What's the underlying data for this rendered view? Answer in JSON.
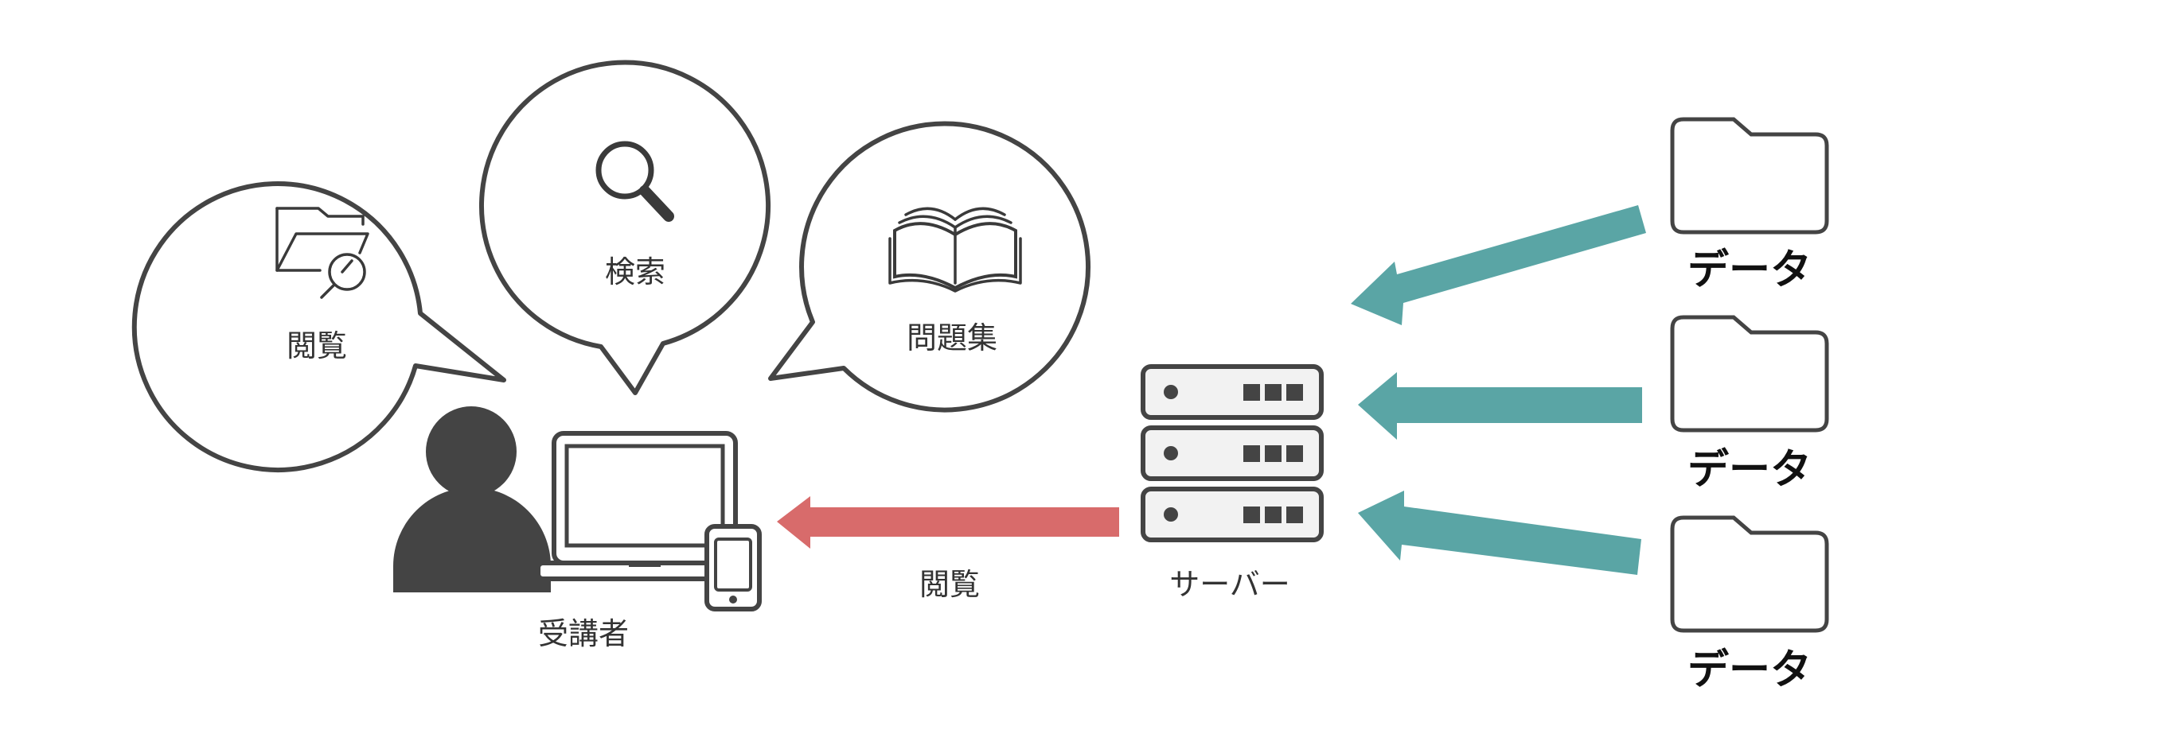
{
  "colors": {
    "dark": "#444444",
    "teal_arrow": "#5aa5a5",
    "red_arrow": "#d86b6b",
    "server_fill": "#f2f2f2"
  },
  "bubbles": {
    "browse": {
      "label": "閲覧",
      "icon": "folder-search-icon"
    },
    "search": {
      "label": "検索",
      "icon": "magnifier-icon"
    },
    "questions": {
      "label": "問題集",
      "icon": "open-book-icon"
    }
  },
  "user": {
    "label": "受講者",
    "icon": "person-icon",
    "devices": [
      "laptop-icon",
      "smartphone-icon"
    ]
  },
  "flow": {
    "label": "閲覧"
  },
  "server": {
    "label": "サーバー",
    "icon": "server-rack-icon"
  },
  "data_sources": [
    {
      "label": "データ",
      "icon": "folder-icon"
    },
    {
      "label": "データ",
      "icon": "folder-icon"
    },
    {
      "label": "データ",
      "icon": "folder-icon"
    }
  ]
}
